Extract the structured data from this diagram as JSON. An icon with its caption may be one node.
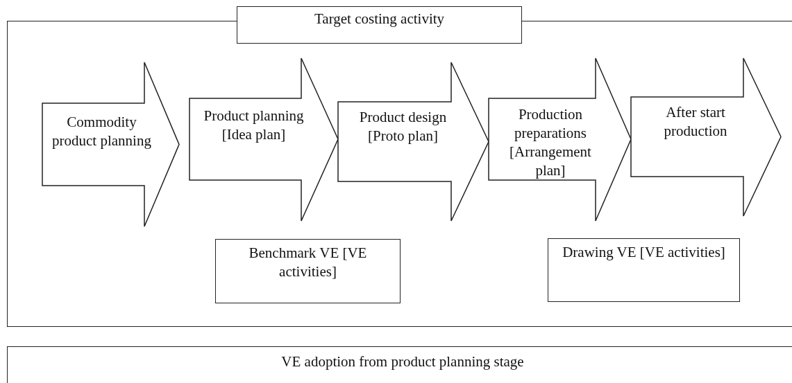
{
  "diagram": {
    "nodes": [
      {
        "text": [
          "Target costing activity"
        ]
      },
      {
        "text": [
          "Commodity product planning"
        ],
        "in": 0
      },
      {
        "text": [
          "Product planning [Idea plan]"
        ],
        "in": 0
      },
      {
        "text": [
          "Product design [Proto plan]"
        ],
        "in": 0
      },
      {
        "text": [
          "Production preparations [Arrangement plan]"
        ],
        "in": 0
      },
      {
        "text": [
          "After start production"
        ],
        "in": 0
      },
      {
        "text": [
          "Benchmark VE [VE activities]"
        ],
        "in": 0
      },
      {
        "text": [
          "Drawing VE [VE activities]"
        ],
        "in": 0
      },
      {
        "text": [
          "VE adoption from product planning stage"
        ]
      }
    ],
    "edges": []
  }
}
